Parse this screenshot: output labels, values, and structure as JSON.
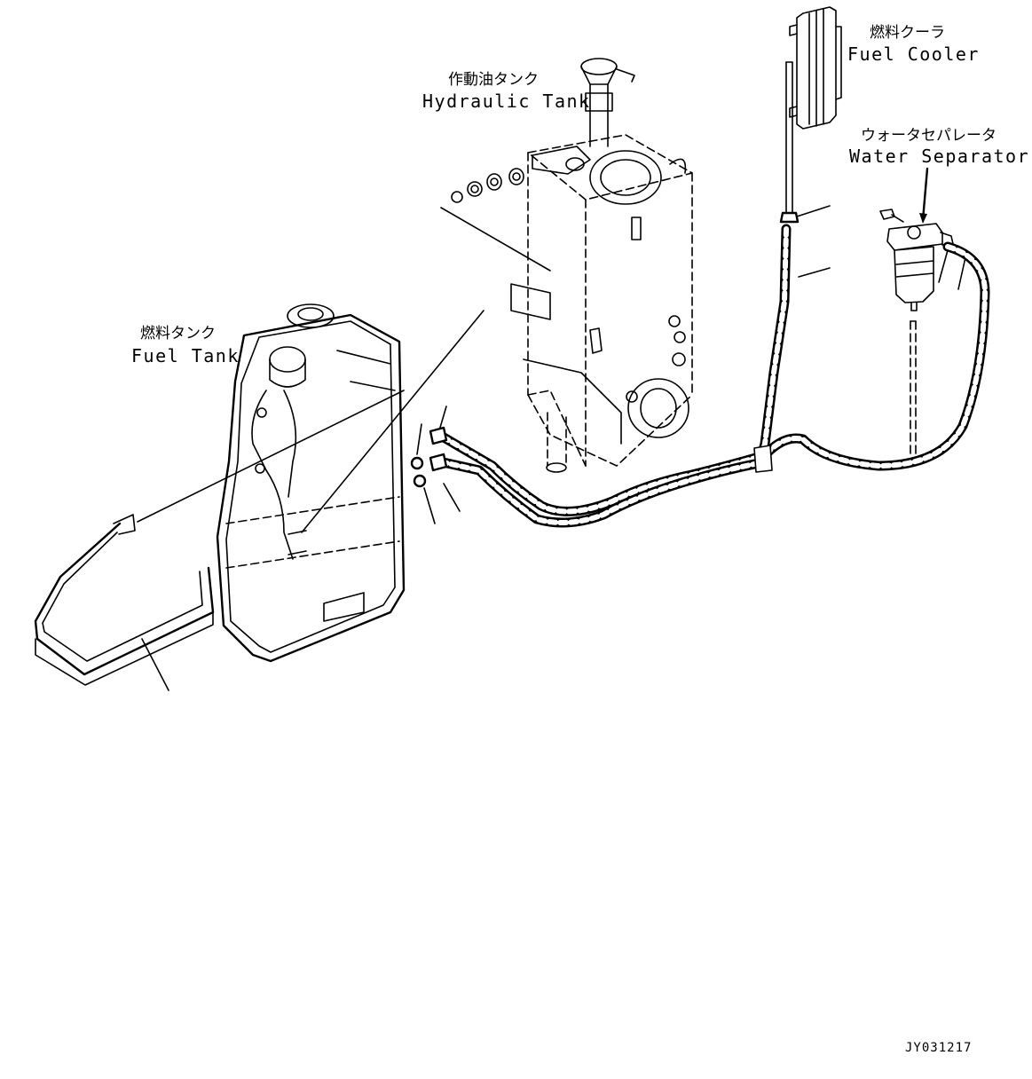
{
  "labels": {
    "fuel_cooler": {
      "jp": "燃料クーラ",
      "en": "Fuel Cooler"
    },
    "hydraulic_tank": {
      "jp": "作動油タンク",
      "en": "Hydraulic Tank"
    },
    "water_separator": {
      "jp": "ウォータセパレータ",
      "en": "Water Separator"
    },
    "fuel_tank": {
      "jp": "燃料タンク",
      "en": "Fuel Tank"
    }
  },
  "drawing_code": "JY031217",
  "colors": {
    "line": "#000000",
    "background": "#ffffff"
  }
}
